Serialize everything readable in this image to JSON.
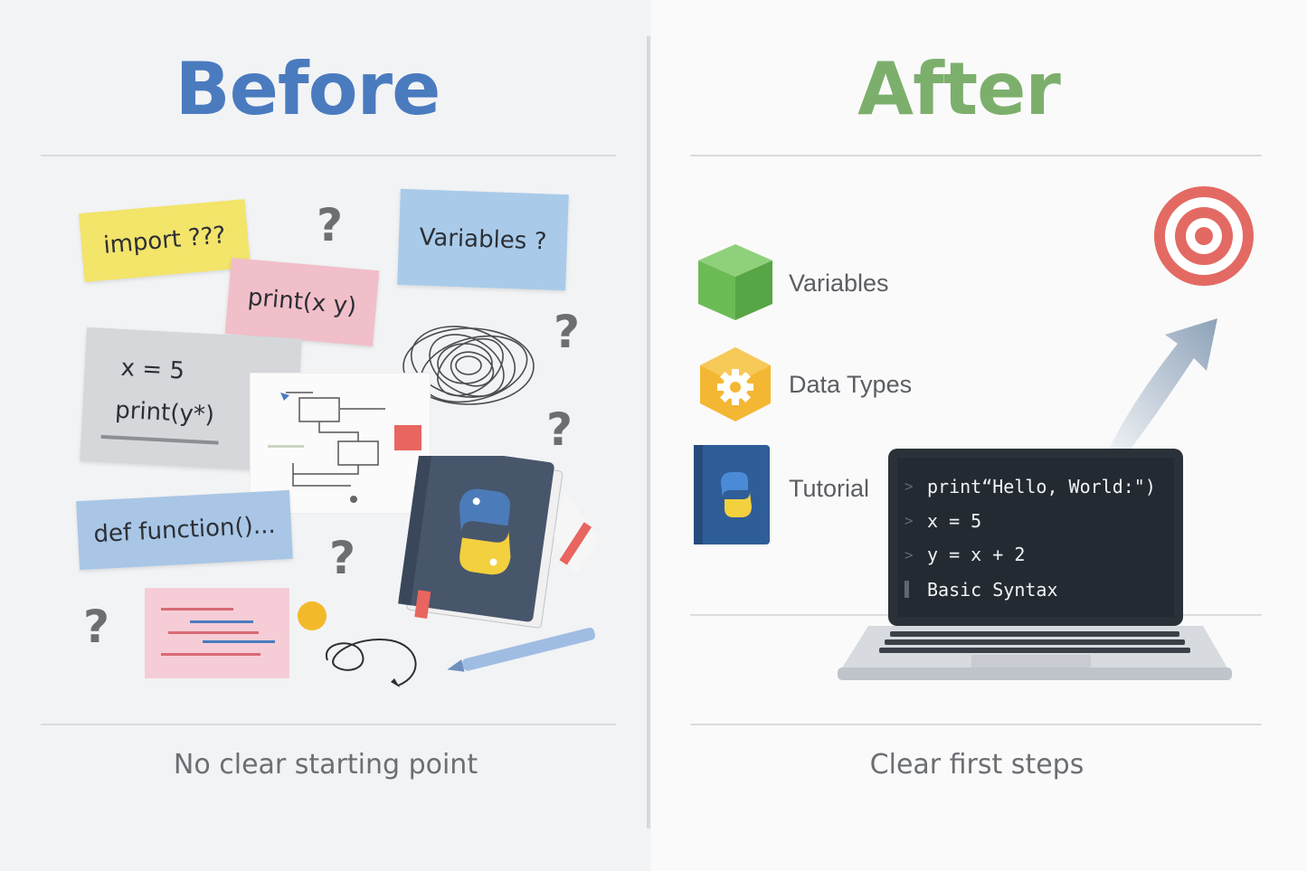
{
  "before": {
    "title": "Before",
    "title_color": "#4a7bbf",
    "caption": "No clear starting point",
    "notes": {
      "import": "import ???",
      "variables": "Variables ?",
      "print_xy": "print(x y)",
      "x_equals": "x = 5",
      "print_y": "print(y*)",
      "def_function": "def function()..."
    },
    "question_mark": "?"
  },
  "after": {
    "title": "After",
    "title_color": "#7daf6c",
    "caption": "Clear first steps",
    "topics": [
      "Variables",
      "Data Types",
      "Tutorial"
    ],
    "code_lines": [
      "print“Hello, World:\")",
      "x = 5",
      "y = x + 2",
      "Basic Syntax"
    ],
    "icons": [
      "green-cube-icon",
      "gear-hexagon-icon",
      "python-book-icon",
      "target-icon",
      "arrow-icon",
      "laptop-icon"
    ]
  }
}
